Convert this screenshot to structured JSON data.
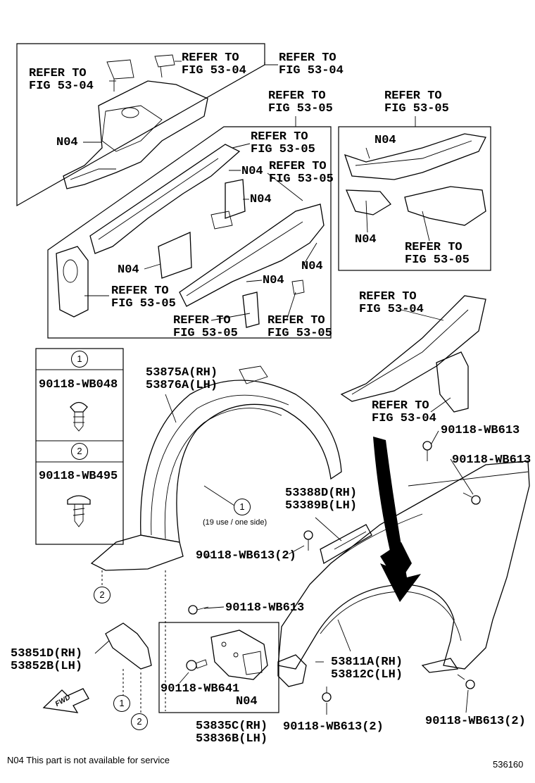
{
  "diagram_id": "536160",
  "note": "N04 This part is not available for service",
  "refer_fig_53_04": "REFER TO\nFIG 53-04",
  "refer_fig_53_05": "REFER TO\nFIG 53-05",
  "n04": "N04",
  "fwd": "FWD",
  "legend": {
    "item1": {
      "num": "1",
      "part": "90118-WB048"
    },
    "item2": {
      "num": "2",
      "part": "90118-WB495"
    }
  },
  "callouts": {
    "liner": "53875A(RH)\n53876A(LH)",
    "clip_use": "(19 use / one side)",
    "seal": "53388D(RH)\n53389B(LH)",
    "bolt_wb613": "90118-WB613",
    "bolt_wb613_2": "90118-WB613(2)",
    "bracket_lower": "53851D(RH)\n53852B(LH)",
    "bolt_wb641": "90118-WB641",
    "bracket_box": "53835C(RH)\n53836B(LH)",
    "fender": "53811A(RH)\n53812C(LH)"
  }
}
